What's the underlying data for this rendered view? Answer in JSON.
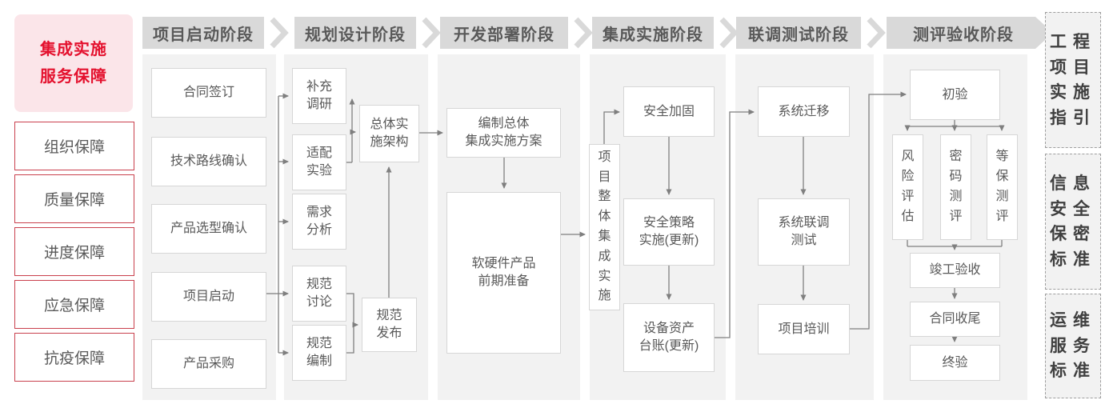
{
  "sidebar": {
    "title": "集成实施\n服务保障",
    "items": [
      "组织保障",
      "质量保障",
      "进度保障",
      "应急保障",
      "抗疫保障"
    ]
  },
  "phases": [
    {
      "header": "项目启动阶段",
      "boxes": [
        "合同签订",
        "技术路线确认",
        "产品选型确认",
        "项目启动",
        "产品采购"
      ]
    },
    {
      "header": "规划设计阶段",
      "boxes": [
        "补充\n调研",
        "适配\n实验",
        "需求\n分析",
        "规范\n讨论",
        "规范\n编制",
        "总体实\n施架构",
        "规范\n发布"
      ]
    },
    {
      "header": "开发部署阶段",
      "boxes": [
        "编制总体\n集成实施方案",
        "软硬件产品\n前期准备"
      ]
    },
    {
      "header": "集成实施阶段",
      "boxes": [
        "项目整体集成实施",
        "安全加固",
        "安全策略\n实施(更新)",
        "设备资产\n台账(更新)"
      ]
    },
    {
      "header": "联调测试阶段",
      "boxes": [
        "系统迁移",
        "系统联调\n测试",
        "项目培训"
      ]
    },
    {
      "header": "测评验收阶段",
      "boxes": [
        "初验",
        "风险评估",
        "密码测评",
        "等保测评",
        "竣工验收",
        "合同收尾",
        "终验"
      ]
    }
  ],
  "standards": [
    "工程\n项目\n实施\n指引",
    "信息\n安全\n保密\n标准",
    "运维\n服务\n标准"
  ],
  "colors": {
    "accent_red": "#e4112e",
    "border_red": "#c9404d",
    "banner_gray": "#d9d9d9",
    "panel_gray": "#f2f2f2",
    "text_gray": "#595959",
    "connector_gray": "#7f7f7f"
  }
}
